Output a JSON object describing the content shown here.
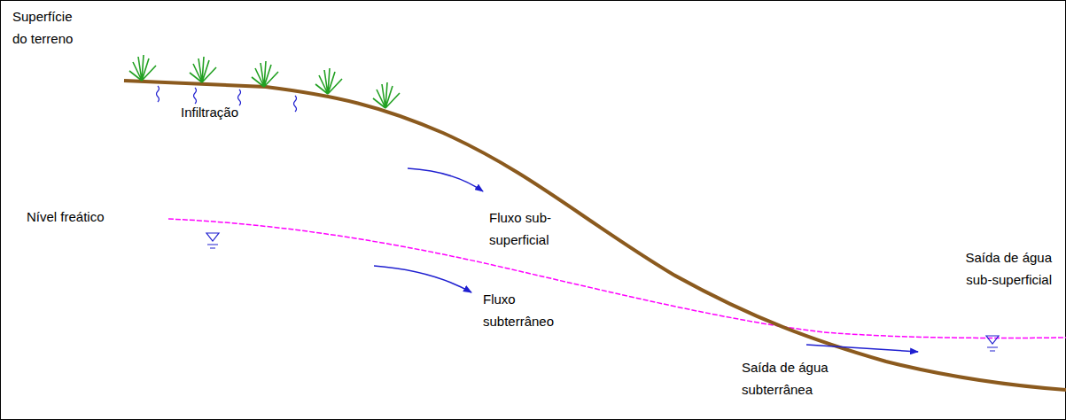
{
  "diagram": {
    "labels": [
      "Superfície do terreno",
      "Infiltração",
      "Nível freático",
      "Fluxo sub-superficial",
      "Fluxo subterrâneo",
      "Saída de água sub-superficial",
      "Saída de água subterrânea"
    ]
  }
}
